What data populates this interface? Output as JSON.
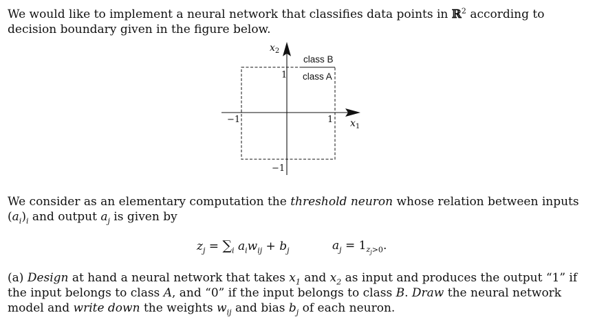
{
  "intro": {
    "line1_before": "We would like to implement a neural network that classifies data points in ",
    "set_symbol": "ℝ",
    "exponent": "2",
    "line1_after": " according to decision boundary given in the figure below."
  },
  "figure": {
    "y_axis_label": "x2",
    "x_axis_label": "x1",
    "tick_y_pos": "1",
    "tick_y_neg": "−1",
    "tick_x_pos": "1",
    "tick_x_neg": "−1",
    "region_outer": "class B",
    "region_inner": "class A"
  },
  "threshold": {
    "before": "We consider as an elementary computation the ",
    "term": "threshold neuron",
    "middle": " whose relation between inputs (",
    "close": ")",
    "end": " and output ",
    "tail": " is given by"
  },
  "equations": {
    "eq1": "z_j = Σ_i a_i w_ij + b_j",
    "eq2": "a_j = 1_{z_j>0}."
  },
  "question": {
    "label": "(a) ",
    "design": "Design",
    "t1": " at hand a neural network that takes ",
    "t2": " and ",
    "t3": " as input and produces the output “1” if the input belongs to class ",
    "classA": "A",
    "t4": ", and “0” if the input belongs to class ",
    "classB": "B",
    "t5": ". ",
    "draw": "Draw",
    "t6": " the neural network model and ",
    "write_down": "write down",
    "t7": " the weights ",
    "t8": " and bias ",
    "t9": " of each neuron."
  }
}
